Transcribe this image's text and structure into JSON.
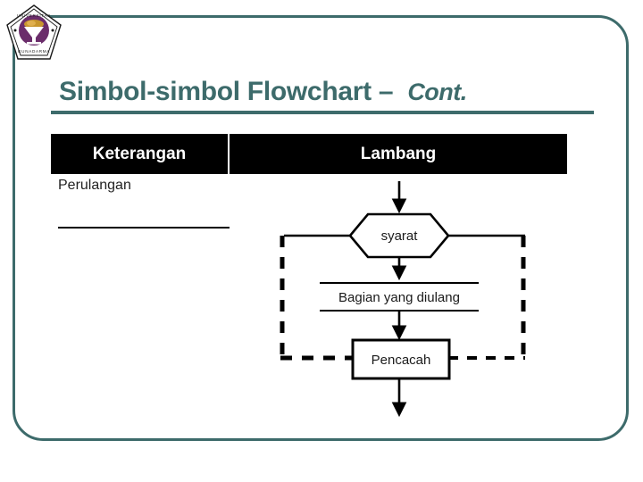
{
  "slide": {
    "accent_color": "#3d6b6b",
    "frame_color": "#3d6b6b",
    "background": "#ffffff"
  },
  "logo": {
    "name": "universitas-gunadarma-logo",
    "outer_text_top": "UNIVERSITAS",
    "outer_text_bottom": "GUNADARMA",
    "emblem_color": "#6b2d6b",
    "accent_color": "#b8860b"
  },
  "title": {
    "main": "Simbol-simbol Flowchart",
    "separator": "–",
    "cont": "Cont."
  },
  "table": {
    "headers": [
      "Keterangan",
      "Lambang"
    ],
    "header_bg": "#000000",
    "header_fg": "#ffffff",
    "rows": [
      {
        "keterangan": "Perulangan",
        "lambang": "looping-flowchart"
      }
    ]
  },
  "flowchart": {
    "type": "looping",
    "nodes": [
      {
        "id": "syarat",
        "shape": "hexagon",
        "label": "syarat"
      },
      {
        "id": "badan",
        "shape": "open-band",
        "label": "Bagian yang diulang"
      },
      {
        "id": "pencacah",
        "shape": "rectangle",
        "label": "Pencacah"
      }
    ],
    "entry_arrow": "down",
    "exit_arrow": "down",
    "loop_style": "dashed",
    "line_color": "#000000"
  }
}
